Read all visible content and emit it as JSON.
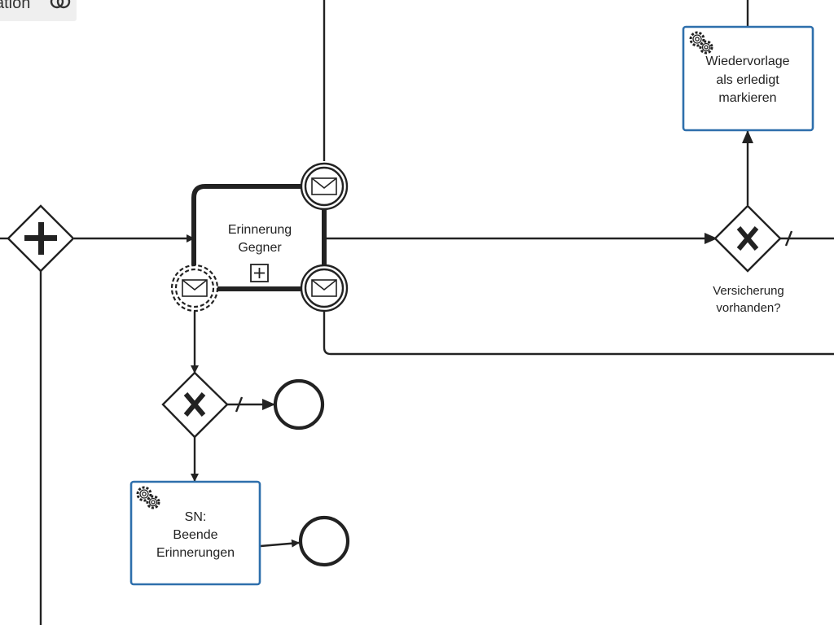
{
  "tab": {
    "label": "ation"
  },
  "tasks": {
    "erinnerung": {
      "line1": "Erinnerung",
      "line2": "Gegner"
    },
    "wiedervorlage": {
      "line1": "Wiedervorlage",
      "line2": "als erledigt",
      "line3": "markieren"
    },
    "beende": {
      "line1": "SN:",
      "line2": "Beende",
      "line3": "Erinnerungen"
    }
  },
  "gateways": {
    "versicherung": {
      "line1": "Versicherung",
      "line2": "vorhanden?"
    }
  },
  "colors": {
    "stroke": "#222222",
    "task_border": "#2e6fac",
    "tab_bg": "#efefef"
  }
}
